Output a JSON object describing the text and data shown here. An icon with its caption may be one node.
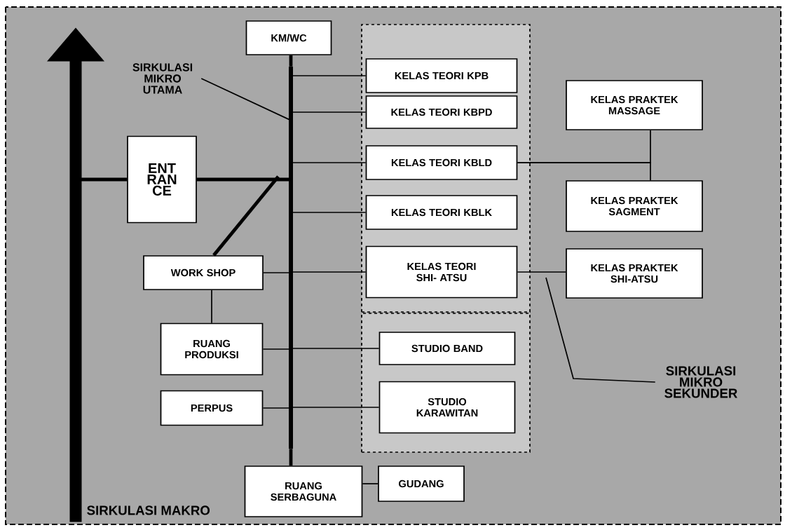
{
  "diagram": {
    "nodes": [
      {
        "text": [
          "KM/WC"
        ]
      },
      {
        "text": [
          "SIRKULASI MIKRO UTAMA"
        ]
      },
      {
        "text": [],
        "shape": "arrow",
        "beside": [
          "SIRKULASI MAKRO"
        ]
      },
      {
        "text": [],
        "shape": "bar"
      },
      {
        "text": [],
        "shape": "box"
      },
      {
        "text": [
          "KELAS TEORI KPB"
        ],
        "in": 4
      },
      {
        "text": [
          "KELAS TEORI KBPD"
        ],
        "in": 4
      },
      {
        "text": [
          "KELAS TEORI KBLD"
        ],
        "in": 4
      },
      {
        "text": [
          "KELAS TEORI KBLK"
        ],
        "in": 4
      },
      {
        "text": [
          "KELAS TEORI SHI- ATSU"
        ],
        "in": 4
      },
      {
        "text": [
          "KELAS PRAKTEK MASSAGE"
        ]
      },
      {
        "text": [
          "ENT RAN CE"
        ]
      },
      {
        "text": [
          "KELAS PRAKTEK SAGMENT"
        ]
      },
      {
        "text": [
          "WORK SHOP"
        ]
      },
      {
        "text": [
          "KELAS PRAKTEK SHI-ATSU"
        ]
      },
      {
        "text": [],
        "shape": "box"
      },
      {
        "text": [
          "STUDIO BAND"
        ],
        "in": 15
      },
      {
        "text": [
          "RUANG PRODUKSI"
        ]
      },
      {
        "text": [
          "STUDIO KARAWITAN"
        ],
        "in": 15
      },
      {
        "text": [
          "PERPUS"
        ]
      },
      {
        "text": [
          "SIRKULASI MIKRO SEKUNDER"
        ]
      },
      {
        "text": [
          "RUANG SERBAGUNA"
        ]
      },
      {
        "text": [
          "GUDANG"
        ]
      }
    ],
    "edges": [
      {
        "from": 0,
        "to": 3,
        "arrow": "none",
        "style": "thick"
      },
      {
        "from": 1,
        "to": 3,
        "arrow": "none"
      },
      {
        "from": 3,
        "to": 5,
        "arrow": "none"
      },
      {
        "from": 3,
        "to": 6,
        "arrow": "none"
      },
      {
        "from": 3,
        "to": 7,
        "arrow": "none"
      },
      {
        "from": 3,
        "to": 8,
        "arrow": "none"
      },
      {
        "from": 3,
        "to": 9,
        "arrow": "none"
      },
      {
        "from": 2,
        "to": 11,
        "arrow": "none",
        "style": "thick"
      },
      {
        "from": 11,
        "to": 3,
        "arrow": "none",
        "style": "thick"
      },
      {
        "from": 3,
        "to": 13,
        "arrow": "none",
        "style": "thick"
      },
      {
        "from": 13,
        "to": 17,
        "arrow": "none"
      },
      {
        "from": 13,
        "to": 3,
        "arrow": "none"
      },
      {
        "from": 9,
        "to": 14,
        "arrow": "none"
      },
      {
        "from": 7,
        "to": 10,
        "arrow": "none"
      },
      {
        "from": 7,
        "to": 12,
        "arrow": "none"
      },
      {
        "from": 17,
        "to": 3,
        "arrow": "none"
      },
      {
        "from": 3,
        "to": 16,
        "arrow": "none"
      },
      {
        "from": 19,
        "to": 3,
        "arrow": "none"
      },
      {
        "from": 3,
        "to": 18,
        "arrow": "none"
      },
      {
        "from": 3,
        "to": 21,
        "arrow": "none",
        "style": "thick"
      },
      {
        "from": 21,
        "to": 22,
        "arrow": "none"
      },
      {
        "from": 20,
        "to": null,
        "arrow": "none"
      }
    ]
  }
}
